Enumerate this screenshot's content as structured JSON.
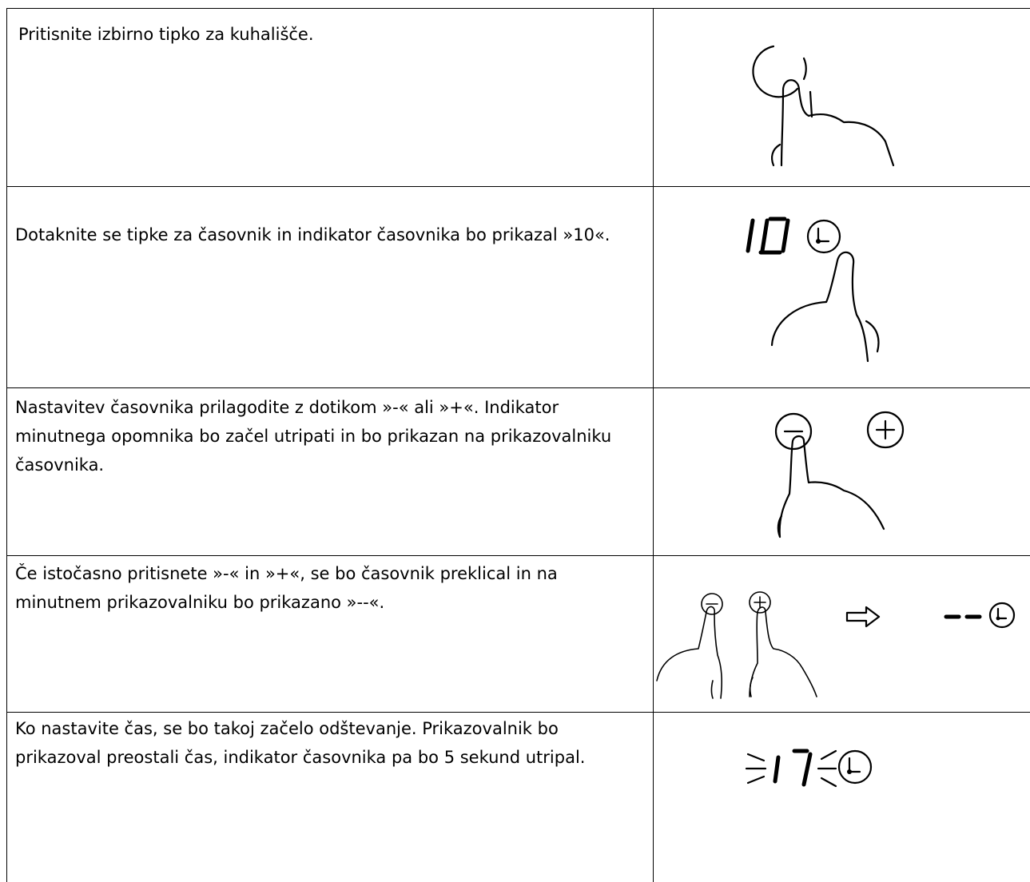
{
  "steps": [
    {
      "text": "Pritisnite izbirno tipko za kuhališče.",
      "illustration": "finger-pressing-zone-selection-key"
    },
    {
      "text": "Dotaknite se tipke za časovnik in indikator časovnika bo prikazal »10«.",
      "illustration": "finger-pressing-timer-key",
      "display": "10"
    },
    {
      "text": "Nastavitev časovnika prilagodite z dotikom »-« ali »+«. Indikator minutnega opomnika bo začel utripati in bo prikazan na prikazovalniku časovnika.",
      "illustration": "finger-pressing-minus-key"
    },
    {
      "text": "Če istočasno pritisnete »-« in »+«, se bo časovnik preklical in na minutnem prikazovalniku bo prikazano »--«.",
      "illustration": "fingers-pressing-minus-and-plus",
      "display": "--"
    },
    {
      "text": "Ko nastavite čas, se bo takoj začelo odštevanje. Prikazovalnik bo prikazoval preostali čas, indikator časovnika pa bo 5 sekund utripal.",
      "illustration": "blinking-timer-display",
      "display": "17"
    }
  ]
}
